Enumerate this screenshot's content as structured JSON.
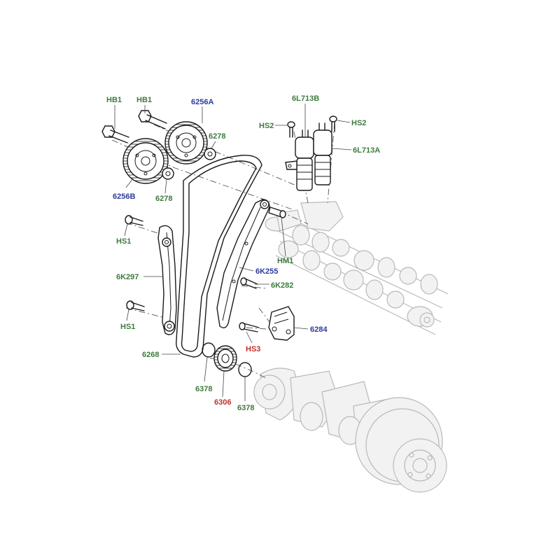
{
  "colors": {
    "green": "#3f7a3f",
    "blue": "#2b3a9e",
    "red": "#c0302b"
  },
  "labels": {
    "hb1_a": "HB1",
    "hb1_b": "HB1",
    "p6256a": "6256A",
    "p6256b": "6256B",
    "p6278_a": "6278",
    "p6278_b": "6278",
    "p6l713b": "6L713B",
    "p6l713a": "6L713A",
    "hs2_a": "HS2",
    "hs2_b": "HS2",
    "hs1_a": "HS1",
    "hs1_b": "HS1",
    "hm1": "HM1",
    "p6k297": "6K297",
    "p6k255": "6K255",
    "p6k282": "6K282",
    "p6284": "6284",
    "hs3": "HS3",
    "p6268": "6268",
    "p6378_a": "6378",
    "p6378_b": "6378",
    "p6306": "6306"
  }
}
